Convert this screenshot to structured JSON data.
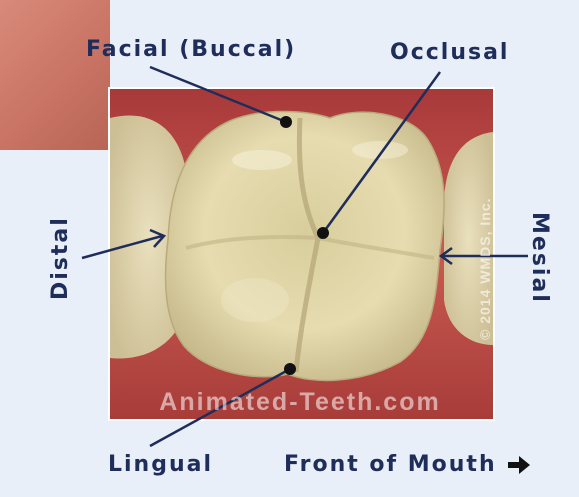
{
  "labels": {
    "facial": "Facial (Buccal)",
    "occlusal": "Occlusal",
    "distal": "Distal",
    "mesial": "Mesial",
    "lingual": "Lingual",
    "front": "Front of Mouth"
  },
  "watermarks": {
    "site": "Animated-Teeth.com",
    "copyright": "© 2014 WMDS, Inc."
  },
  "colors": {
    "label": "#1f2d5a",
    "background": "#e8eff9",
    "gum": "#b5433d",
    "enamel": "#eadfb4"
  },
  "icons": {
    "direction": "right-arrow-icon"
  }
}
